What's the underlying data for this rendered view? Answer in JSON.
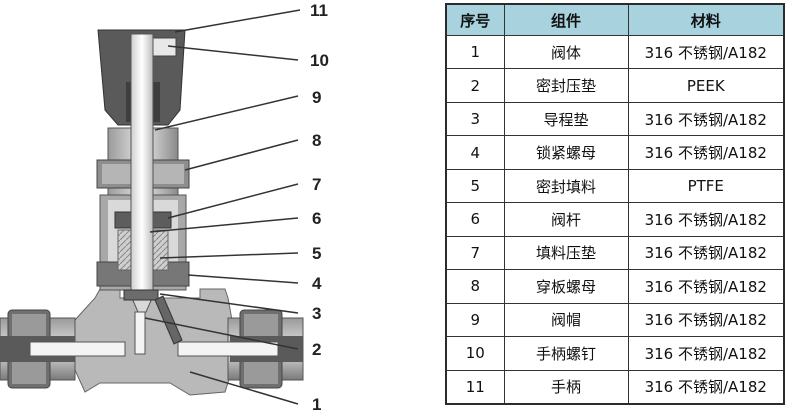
{
  "diagram": {
    "callouts": [
      "11",
      "10",
      "9",
      "8",
      "7",
      "6",
      "5",
      "4",
      "3",
      "2",
      "1"
    ]
  },
  "table": {
    "headers": [
      "序号",
      "组件",
      "材料"
    ],
    "rows": [
      [
        "1",
        "阀体",
        "316 不锈钢/A182"
      ],
      [
        "2",
        "密封压垫",
        "PEEK"
      ],
      [
        "3",
        "导程垫",
        "316 不锈钢/A182"
      ],
      [
        "4",
        "锁紧螺母",
        "316 不锈钢/A182"
      ],
      [
        "5",
        "密封填料",
        "PTFE"
      ],
      [
        "6",
        "阀杆",
        "316 不锈钢/A182"
      ],
      [
        "7",
        "填料压垫",
        "316 不锈钢/A182"
      ],
      [
        "8",
        "穿板螺母",
        "316 不锈钢/A182"
      ],
      [
        "9",
        "阀帽",
        "316 不锈钢/A182"
      ],
      [
        "10",
        "手柄螺钉",
        "316 不锈钢/A182"
      ],
      [
        "11",
        "手柄",
        "316 不锈钢/A182"
      ]
    ],
    "header_color": "#a8d2de"
  }
}
